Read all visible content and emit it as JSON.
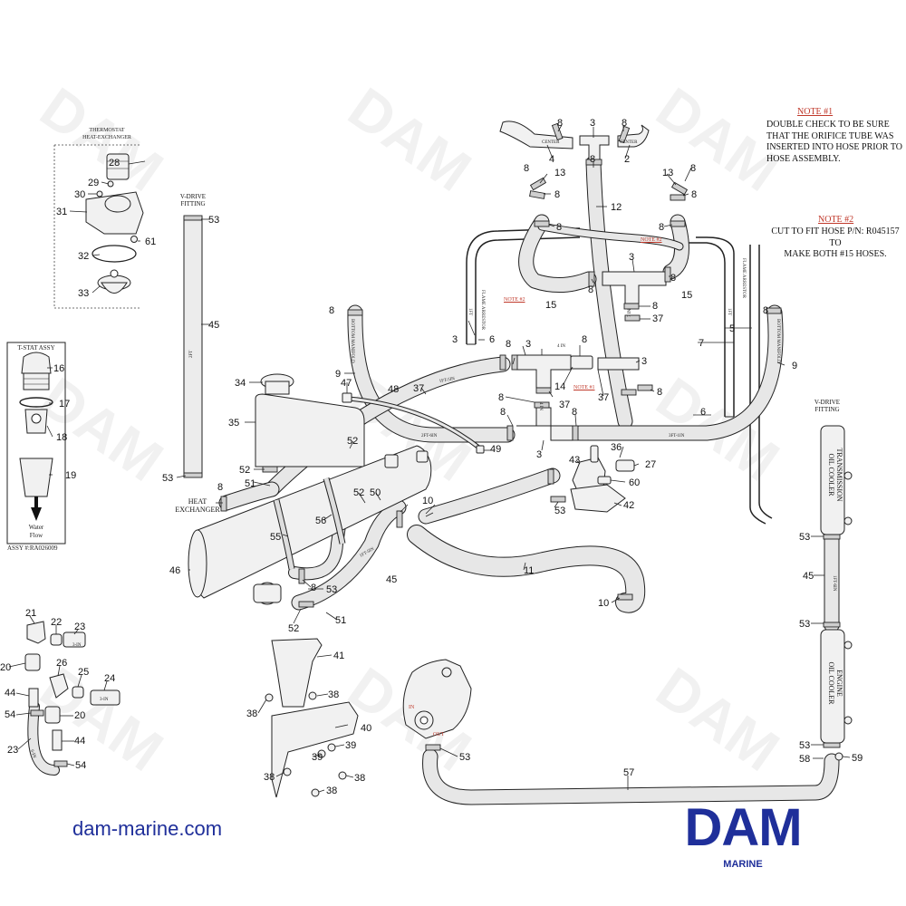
{
  "notes": {
    "note1_title": "NOTE #1",
    "note1_text": [
      "DOUBLE CHECK TO BE SURE",
      "THAT THE ORIFICE TUBE WAS",
      "INSERTED INTO HOSE PRIOR TO",
      "HOSE ASSEMBLY."
    ],
    "note2_title": "NOTE #2",
    "note2_text": [
      "CUT TO FIT HOSE P/N: R045157 TO",
      "MAKE BOTH #15 HOSES."
    ]
  },
  "labels": {
    "thermostat_housing": [
      "THERMOSTAT",
      "HEAT-EXCHANGER"
    ],
    "tstat_assy": "T-STAT ASSY",
    "assy_number": "ASSY #:RA026009",
    "water_flow": [
      "Water",
      "Flow"
    ],
    "heat_exchanger": [
      "HEAT",
      "EXCHANGER"
    ],
    "vdrive_fitting": [
      "V-DRIVE",
      "FITTING"
    ],
    "vdrive_fitting_right": [
      "V-DRIVE",
      "FITTING"
    ],
    "transmission_oil_cooler": [
      "TRANSMISSION",
      "OIL COOLER"
    ],
    "engine_oil_cooler": [
      "ENGINE",
      "OIL COOLER"
    ],
    "in_tag": "IN",
    "out_tag": "OUT",
    "note1_ref_a": "NOTE #1",
    "note2_ref_a": "NOTE #2",
    "note2_ref_b": "NOTE #2"
  },
  "hose_marks": {
    "m_2ft": "2FT",
    "m_2ft_6in": "2FT-6IN",
    "m_3ft_1in": "3FT-1IN",
    "m_1ft_5in_a": "1FT-5IN",
    "m_1ft_5in_b": "1FT-5IN",
    "m_1ft_6in": "1FT-6IN",
    "m_1ft_left": "1FT",
    "m_1ft_right": "1FT",
    "m_4in": "4 IN",
    "m_3in_a": "3-IN",
    "m_3in_b": "3-IN",
    "m_6in": "6-IN",
    "m_flame_l": "FLAME ARRESTOR",
    "m_flame_r": "FLAME ARRESTOR",
    "m_center": "CENTER",
    "m_center_r": "CENTER",
    "m_bottom_l": "BOTTOM MANIFOLD",
    "m_bottom_r": "BOTTOM MANIFOLD",
    "m_71in": "7 IN",
    "m_4in_b": "4 IN"
  },
  "callouts": {
    "c2": "2",
    "c3a": "3",
    "c3b": "3",
    "c3c": "3",
    "c3d": "3",
    "c3e": "3",
    "c4": "4",
    "c5": "5",
    "c6a": "6",
    "c6b": "6",
    "c7": "7",
    "c8a": "8",
    "c8b": "8",
    "c8c": "8",
    "c8d": "8",
    "c8e": "8",
    "c8f": "8",
    "c8g": "8",
    "c8h": "8",
    "c8i": "8",
    "c8j": "8",
    "c8k": "8",
    "c8l": "8",
    "c8m": "8",
    "c8n": "8",
    "c8o": "8",
    "c8p": "8",
    "c8q": "8",
    "c9a": "9",
    "c9b": "9",
    "c10a": "10",
    "c10b": "10",
    "c11": "11",
    "c12": "12",
    "c13a": "13",
    "c13b": "13",
    "c14": "14",
    "c15a": "15",
    "c15b": "15",
    "c16": "16",
    "c17": "17",
    "c18": "18",
    "c19": "19",
    "c20a": "20",
    "c20b": "20",
    "c21": "21",
    "c22": "22",
    "c23a": "23",
    "c23b": "23",
    "c24": "24",
    "c25": "25",
    "c26": "26",
    "c27": "27",
    "c28": "28",
    "c29": "29",
    "c30": "30",
    "c31": "31",
    "c32": "32",
    "c33": "33",
    "c34": "34",
    "c35": "35",
    "c36": "36",
    "c37a": "37",
    "c37b": "37",
    "c37c": "37",
    "c37d": "37",
    "c38a": "38",
    "c38b": "38",
    "c38c": "38",
    "c38d": "38",
    "c38e": "38",
    "c39a": "39",
    "c39b": "39",
    "c40": "40",
    "c41": "41",
    "c42": "42",
    "c43": "43",
    "c44a": "44",
    "c44b": "44",
    "c45a": "45",
    "c45b": "45",
    "c45c": "45",
    "c46": "46",
    "c47": "47",
    "c48": "48",
    "c49": "49",
    "c50": "50",
    "c51a": "51",
    "c51b": "51",
    "c52a": "52",
    "c52b": "52",
    "c52c": "52",
    "c52d": "52",
    "c53a": "53",
    "c53b": "53",
    "c53c": "53",
    "c53d": "53",
    "c53e": "53",
    "c53f": "53",
    "c53g": "53",
    "c53h": "53",
    "c54a": "54",
    "c54b": "54",
    "c55": "55",
    "c56": "56",
    "c57": "57",
    "c58": "58",
    "c59": "59",
    "c60": "60",
    "c61": "61"
  },
  "branding": {
    "url": "dam-marine.com",
    "logo": "DAM",
    "logo_sub": "MARINE",
    "watermark": "DAM"
  },
  "colors": {
    "brand_blue": "#1f2f9a",
    "note_red": "#c0392b",
    "hose_fill": "#e7e7e7",
    "line": "#222222"
  }
}
